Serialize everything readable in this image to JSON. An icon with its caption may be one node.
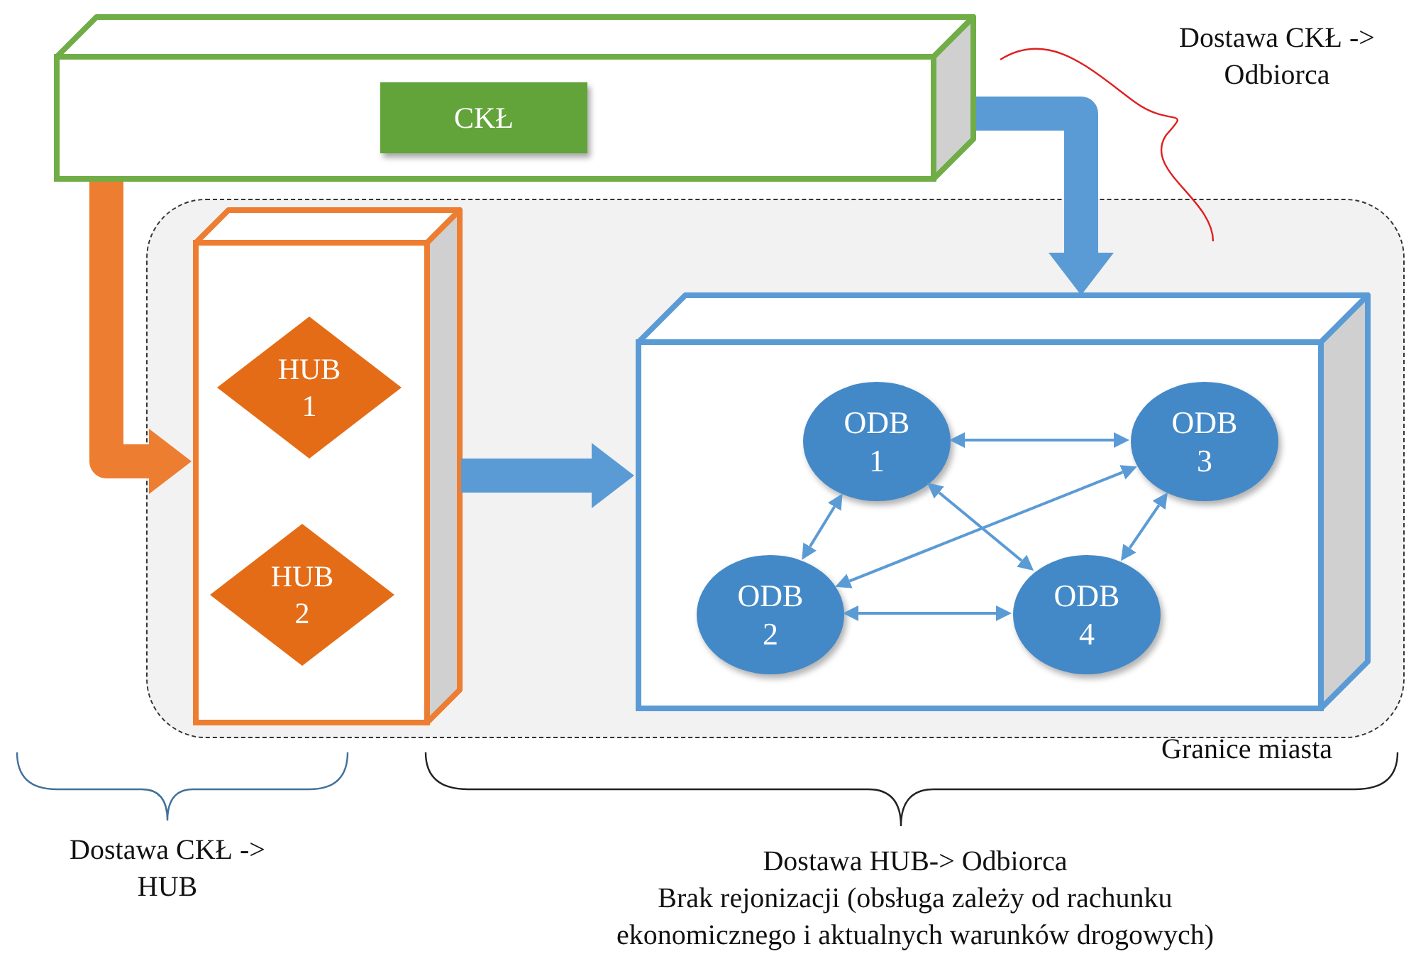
{
  "diagram": {
    "nodes": [
      {
        "text": [],
        "shape": "box"
      },
      {
        "text": [
          "CKŁ"
        ],
        "in": 0
      },
      {
        "text": [
          "Granice miasta"
        ]
      },
      {
        "text": [],
        "shape": "box",
        "in": 2
      },
      {
        "text": [
          "HUB 1"
        ],
        "in": 3
      },
      {
        "text": [
          "HUB 2"
        ],
        "in": 3
      },
      {
        "text": [],
        "shape": "box",
        "in": 2
      },
      {
        "text": [
          "ODB 1"
        ],
        "in": 6
      },
      {
        "text": [
          "ODB 2"
        ],
        "in": 6
      },
      {
        "text": [
          "ODB 3"
        ],
        "in": 6
      },
      {
        "text": [
          "ODB 4"
        ],
        "in": 6
      }
    ],
    "edges": [
      {
        "from": 0,
        "to": 3,
        "arrow": "to",
        "style": "thick",
        "color": "#ed7d31"
      },
      {
        "from": 0,
        "to": 6,
        "arrow": "to",
        "style": "thick"
      },
      {
        "from": 3,
        "to": 6,
        "arrow": "to",
        "style": "thick"
      },
      {
        "from": 7,
        "to": 8,
        "arrow": "both"
      },
      {
        "from": 7,
        "to": 9,
        "arrow": "both"
      },
      {
        "from": 7,
        "to": 10,
        "arrow": "both"
      },
      {
        "from": 8,
        "to": 9,
        "arrow": "both"
      },
      {
        "from": 8,
        "to": 10,
        "arrow": "both"
      },
      {
        "from": 9,
        "to": 10,
        "arrow": "both"
      }
    ],
    "labels": [
      "Dostawa CKŁ -> Odbiorca",
      "Dostawa CKŁ -> HUB",
      "Dostawa HUB-> Odbiorca",
      "Brak rejonizacji (obsługa zależy od rachunku ekonomicznego i aktualnych warunków drogowych)"
    ]
  }
}
